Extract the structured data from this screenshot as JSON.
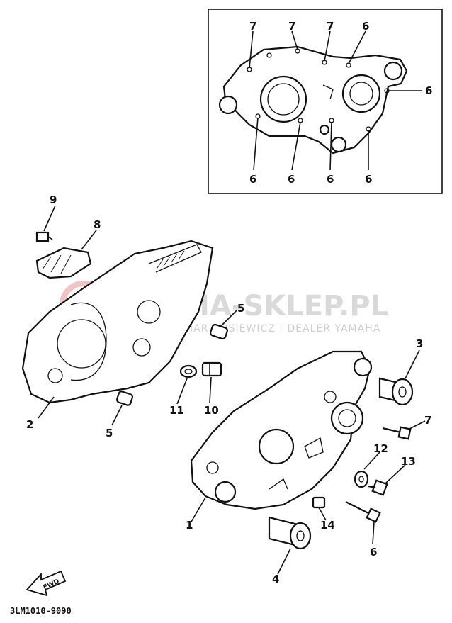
{
  "watermark": {
    "title": "YAMA-SKLEP.PL",
    "subtitle": "WALDEMAR ROSIEWICZ | DEALER YAMAHA"
  },
  "drawing_code": "3LM1010-9090",
  "fwd_label": "FWD",
  "inset_callouts": {
    "top_1": "7",
    "top_2": "7",
    "top_3": "7",
    "top_4": "6",
    "right": "6",
    "bottom_1": "6",
    "bottom_2": "6",
    "bottom_3": "6",
    "bottom_4": "6"
  },
  "callouts": {
    "p1": "1",
    "p2": "2",
    "p3": "3",
    "p4": "4",
    "p5a": "5",
    "p5b": "5",
    "p6": "6",
    "p7": "7",
    "p8": "8",
    "p9": "9",
    "p10": "10",
    "p11": "11",
    "p12": "12",
    "p13": "13",
    "p14": "14"
  }
}
